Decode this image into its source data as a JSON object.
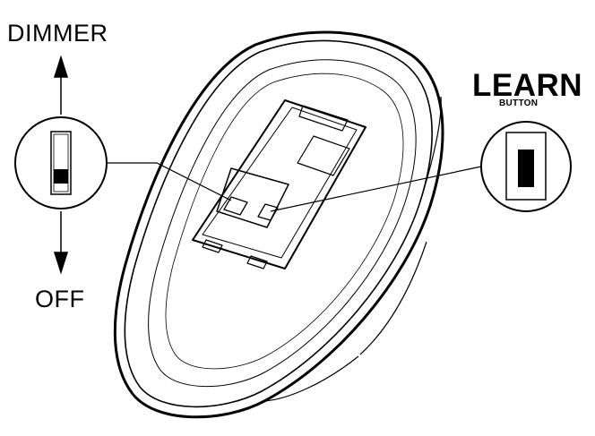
{
  "labels": {
    "dimmer": "DIMMER",
    "off": "OFF",
    "learn": "LEARN",
    "button": "BUTTON"
  },
  "colors": {
    "ink": "#000000",
    "background": "#ffffff"
  }
}
